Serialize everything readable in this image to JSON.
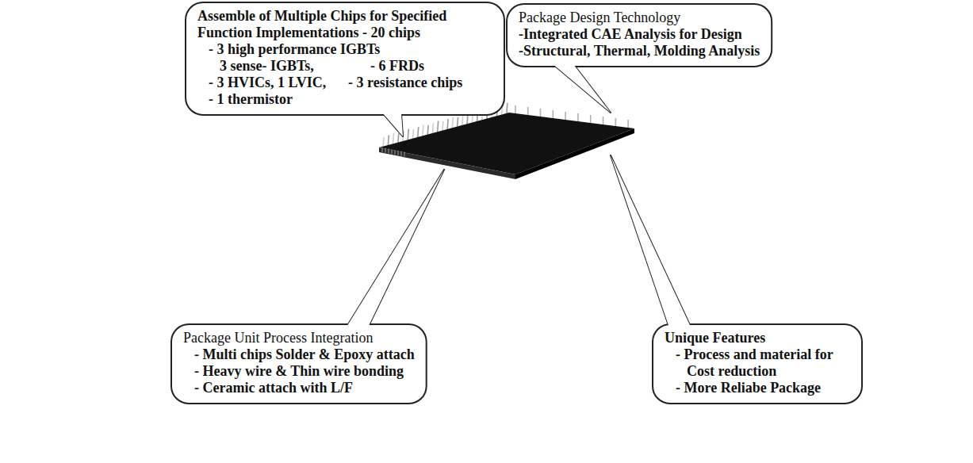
{
  "diagram": {
    "nodes": [
      {
        "text": [
          "Assemble of Multiple Chips for Specified Function Implementations - 20 chips",
          "- 3 high performance IGBTs",
          "3 sense- IGBTs,",
          "- 6 FRDs",
          "- 3 HVICs, 1 LVIC,",
          "- 3 resistance chips",
          "- 1 thermistor"
        ]
      },
      {
        "text": [
          "Package Design Technology",
          "-Integrated CAE Analysis for Design",
          "-Structural, Thermal, Molding Analysis"
        ]
      },
      {
        "text": [
          "Package Unit Process Integration",
          "- Multi chips Solder & Epoxy attach",
          "- Heavy wire & Thin wire bonding",
          "- Ceramic attach with L/F"
        ]
      },
      {
        "text": [
          "Unique Features",
          "- Process and material for Cost reduction",
          "- More Reliabe Package"
        ]
      }
    ]
  }
}
